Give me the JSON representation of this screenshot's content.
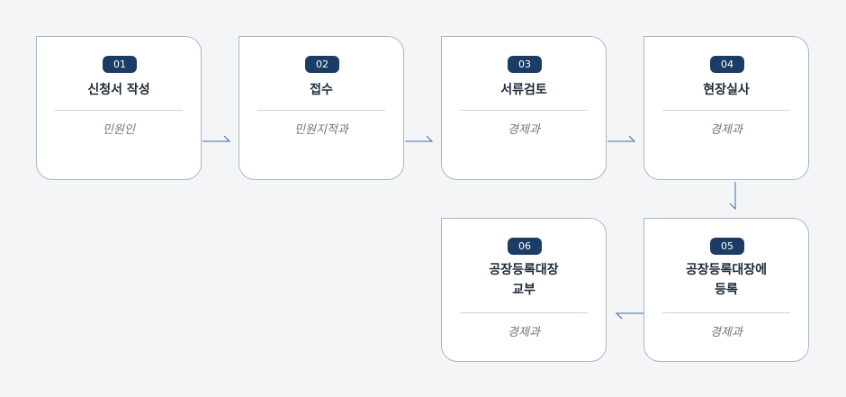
{
  "steps": [
    {
      "num": "01",
      "title": "신청서 작성",
      "dept": "민원인"
    },
    {
      "num": "02",
      "title": "접수",
      "dept": "민원지적과"
    },
    {
      "num": "03",
      "title": "서류검토",
      "dept": "경제과"
    },
    {
      "num": "04",
      "title": "현장실사",
      "dept": "경제과"
    },
    {
      "num": "05",
      "title_line1": "공장등록대장에",
      "title_line2": "등록",
      "dept": "경제과"
    },
    {
      "num": "06",
      "title_line1": "공장등록대장",
      "title_line2": "교부",
      "dept": "경제과"
    }
  ],
  "colors": {
    "badge": "#1b3c64",
    "border": "#a9b6c6",
    "arrow": "#3b6ea5",
    "background": "#f4f5f7"
  }
}
